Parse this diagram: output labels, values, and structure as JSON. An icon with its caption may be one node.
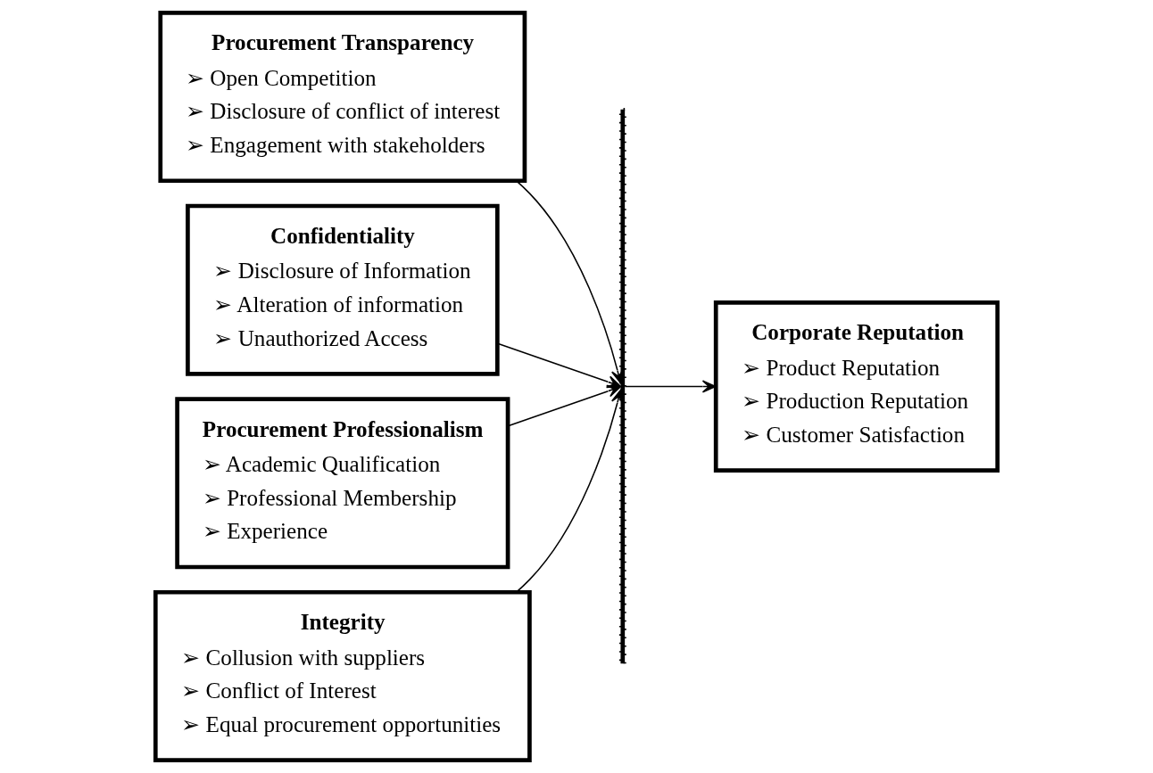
{
  "diagram": {
    "nodes": [
      {
        "text": [
          "Procurement Transparency",
          "➢ Open Competition",
          "➢ Disclosure of conflict of interest",
          "➢ Engagement with stakeholders"
        ]
      },
      {
        "text": [
          "Confidentiality",
          "➢ Disclosure of Information",
          "➢ Alteration of information",
          "➢ Unauthorized Access"
        ]
      },
      {
        "text": [
          "Procurement Professionalism",
          "➢ Academic Qualification",
          "➢ Professional Membership",
          "➢ Experience"
        ]
      },
      {
        "text": [
          "Integrity",
          "➢ Collusion with suppliers",
          "➢ Conflict of Interest",
          "➢ Equal procurement opportunities"
        ]
      },
      {
        "text": [],
        "shape": "bar"
      },
      {
        "text": [
          "Corporate Reputation",
          "➢ Product Reputation",
          "➢ Production Reputation",
          "➢ Customer Satisfaction"
        ]
      }
    ],
    "edges": [
      {
        "from": 0,
        "to": 4,
        "arrow": "to"
      },
      {
        "from": 1,
        "to": 4,
        "arrow": "to"
      },
      {
        "from": 2,
        "to": 4,
        "arrow": "to"
      },
      {
        "from": 3,
        "to": 4,
        "arrow": "to"
      },
      {
        "from": 4,
        "to": 5,
        "arrow": "to"
      }
    ]
  }
}
